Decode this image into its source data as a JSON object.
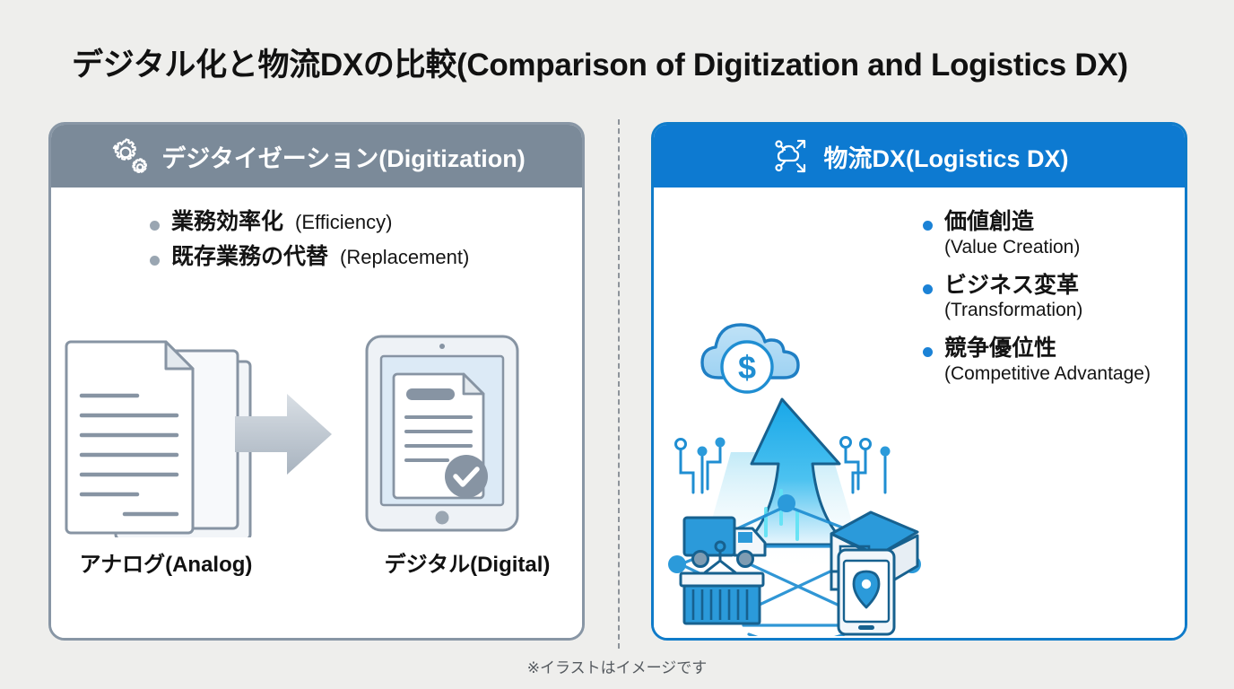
{
  "page": {
    "title": "デジタル化と物流DXの比較(Comparison of Digitization and Logistics DX)",
    "footnote": "※イラストはイメージです",
    "background_color": "#eeeeec"
  },
  "left_panel": {
    "header": {
      "label": "デジタイゼーション(Digitization)",
      "icon": "gears-icon",
      "background_color": "#7b8a99",
      "border_color": "#8896a5"
    },
    "bullets": [
      {
        "jp": "業務効率化",
        "en": "(Efficiency)",
        "bullet_color": "#9aa6b2"
      },
      {
        "jp": "既存業務の代替",
        "en": "(Replacement)",
        "bullet_color": "#9aa6b2"
      }
    ],
    "illustration": {
      "from_icon": "stacked-paper-documents-icon",
      "arrow_icon": "right-arrow-icon",
      "to_icon": "tablet-document-check-icon"
    },
    "captions": {
      "from": "アナログ(Analog)",
      "to": "デジタル(Digital)"
    }
  },
  "right_panel": {
    "header": {
      "label": "物流DX(Logistics DX)",
      "icon": "network-transformation-icon",
      "background_color": "#0d7ad1",
      "border_color": "#0f7bc9"
    },
    "bullets": [
      {
        "jp": "価値創造",
        "en": "(Value Creation)",
        "bullet_color": "#1b82d6"
      },
      {
        "jp": "ビジネス変革",
        "en": "(Transformation)",
        "bullet_color": "#1b82d6"
      },
      {
        "jp": "競争優位性",
        "en": "(Competitive Advantage)",
        "bullet_color": "#1b82d6"
      }
    ],
    "illustration": {
      "cloud_icon": "cloud-dollar-icon",
      "arrow_icon": "up-arrow-growth-icon",
      "nodes": [
        "truck-icon",
        "warehouse-icon",
        "shipping-container-icon",
        "smartphone-location-pin-icon"
      ],
      "accent_color": "#1b82d6"
    }
  },
  "divider": {
    "style": "vertical-dashed",
    "color": "#8d939a"
  }
}
